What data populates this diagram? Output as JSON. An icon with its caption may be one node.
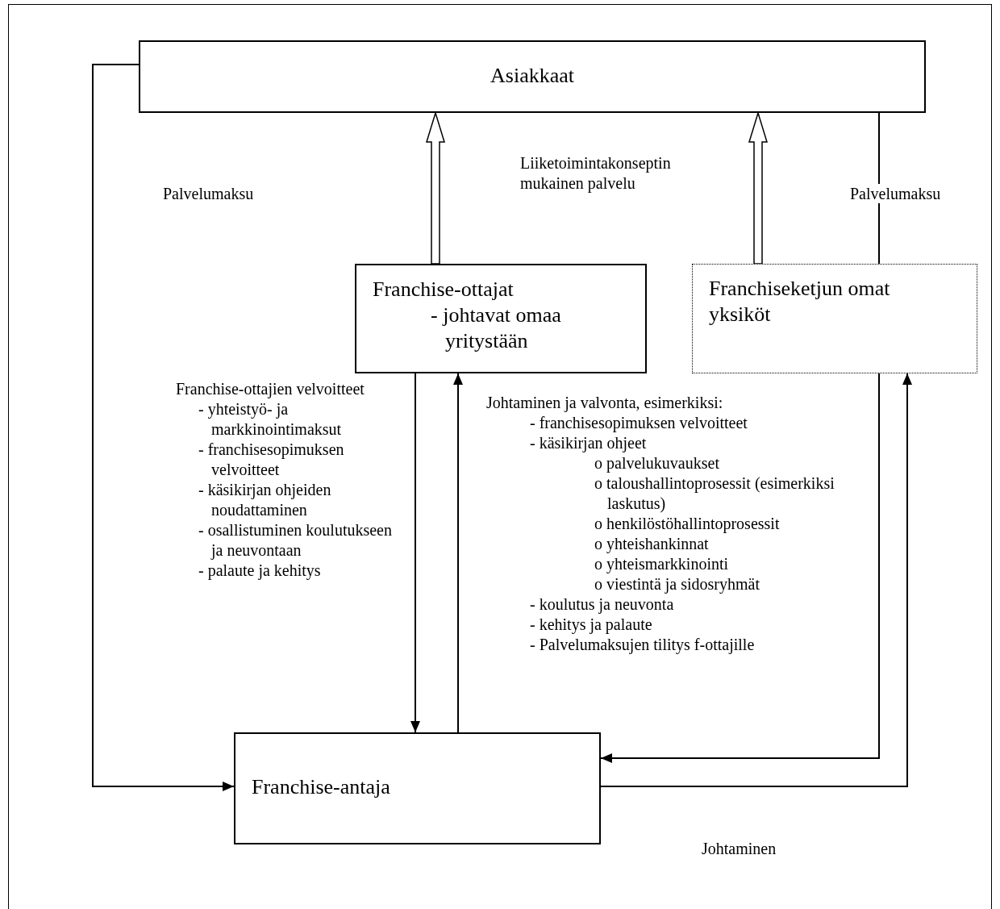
{
  "diagram": {
    "nodes": [
      {
        "text": [
          "Asiakkaat"
        ]
      },
      {
        "text": [
          "Franchise-ottajat",
          "- johtavat omaa yritystään"
        ]
      },
      {
        "text": [
          "Franchiseketjun omat yksiköt"
        ]
      },
      {
        "text": [
          "Franchise-antaja"
        ]
      }
    ],
    "edges": [
      {
        "from": 0,
        "to": 3,
        "arrow": "to",
        "label": "Palvelumaksu"
      },
      {
        "from": 1,
        "to": 0,
        "arrow": "to",
        "style": "thick"
      },
      {
        "from": 2,
        "to": 0,
        "arrow": "to",
        "style": "thick"
      },
      {
        "from": 0,
        "to": 2,
        "arrow": "none",
        "label": "Palvelumaksu"
      },
      {
        "from": 2,
        "to": 3,
        "arrow": "to"
      },
      {
        "from": 1,
        "to": 3,
        "arrow": "to"
      },
      {
        "from": 3,
        "to": 1,
        "arrow": "to"
      },
      {
        "from": 3,
        "to": 2,
        "arrow": "to",
        "label": "Johtaminen"
      }
    ],
    "labels": [
      "Liiketoimintakonseptin mukainen palvelu",
      "Franchise-ottajien velvoitteet",
      "- yhteistyö- ja markkinointimaksut",
      "- franchisesopimuksen velvoitteet",
      "- käsikirjan ohjeiden noudattaminen",
      "- osallistuminen koulutukseen ja neuvontaan",
      "- palaute ja kehitys",
      "Johtaminen ja valvonta, esimerkiksi:",
      "- franchisesopimuksen velvoitteet",
      "- käsikirjan ohjeet",
      "o palvelukuvaukset",
      "o taloushallintoprosessit (esimerkiksi laskutus)",
      "o henkilöstöhallintoprosessit",
      "o yhteishankinnat",
      "o yhteismarkkinointi",
      "o viestintä ja sidosryhmät",
      "- koulutus ja neuvonta",
      "- kehitys ja palaute",
      "- Palvelumaksujen tilitys f-ottajille"
    ]
  }
}
